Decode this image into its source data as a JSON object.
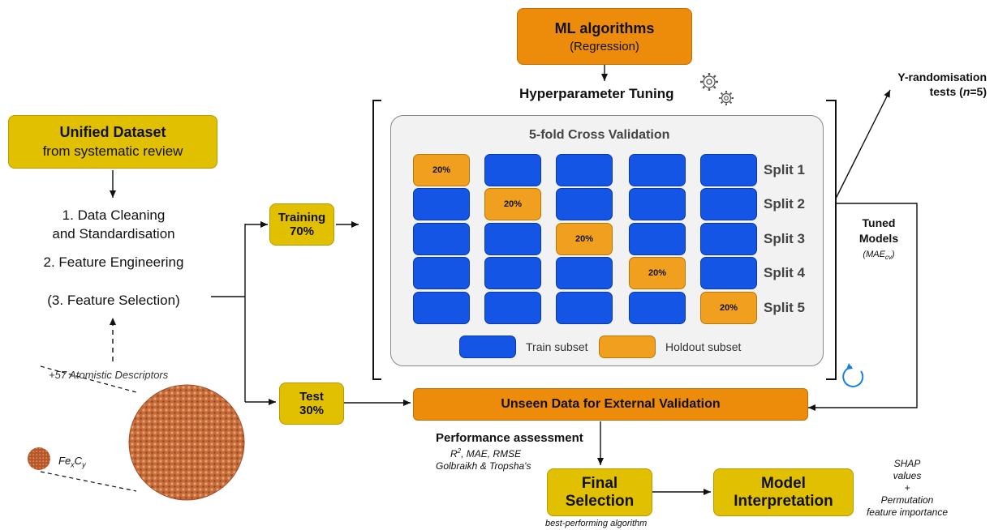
{
  "ml_box": {
    "title": "ML algorithms",
    "subtitle": "(Regression)"
  },
  "hyperparameter_label": "Hyperparameter Tuning",
  "dataset_box": {
    "title": "Unified Dataset",
    "subtitle": "from systematic review"
  },
  "steps": {
    "step1_line1": "1. Data Cleaning",
    "step1_line2": "and Standardisation",
    "step2": "2. Feature Engineering",
    "step3": "(3. Feature Selection)"
  },
  "descriptors_label": "+57 Atomistic Descriptors",
  "particle_label": {
    "base1": "Fe",
    "sub1": "x",
    "base2": "C",
    "sub2": "y"
  },
  "training_box": {
    "line1": "Training",
    "line2": "70%"
  },
  "test_box": {
    "line1": "Test",
    "line2": "30%"
  },
  "cv": {
    "title": "5-fold Cross Validation",
    "holdout_label": "20%",
    "splits": [
      "Split 1",
      "Split 2",
      "Split 3",
      "Split 4",
      "Split 5"
    ],
    "legend_train": "Train subset",
    "legend_holdout": "Holdout subset",
    "colors": {
      "train": "#1555e6",
      "holdout": "#f0a01e"
    }
  },
  "yrand": {
    "line1": "Y-randomisation",
    "line2_prefix": "tests (",
    "n": "n",
    "line2_suffix": "=5)"
  },
  "tuned": {
    "line1": "Tuned",
    "line2": "Models",
    "mae_base": "MAE",
    "mae_sub": "cv"
  },
  "unseen_box": "Unseen Data for External Validation",
  "performance": {
    "title": "Performance assessment",
    "r": "R",
    "r_sup": "2",
    "metrics_rest": ", MAE, RMSE",
    "line3": "Golbraikh & Tropsha's"
  },
  "final_box": {
    "line1": "Final",
    "line2": "Selection",
    "caption": "best-performing algorithm"
  },
  "interp_box": {
    "line1": "Model",
    "line2": "Interpretation"
  },
  "shap": {
    "line1": "SHAP",
    "line2": "values",
    "line3": "+",
    "line4": "Permutation",
    "line5": "feature importance"
  },
  "icons": [
    "gear-icon",
    "refresh-icon",
    "nanoparticle-icon"
  ]
}
